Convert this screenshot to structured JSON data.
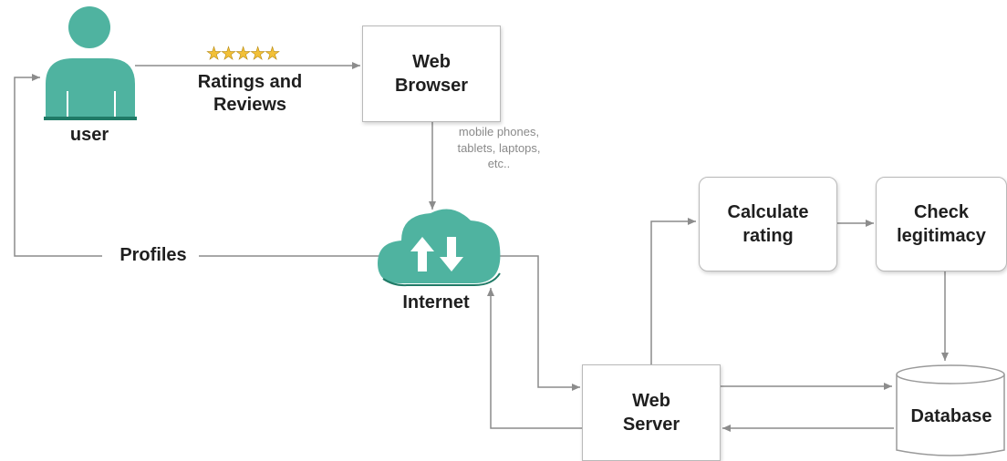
{
  "nodes": {
    "user": {
      "label": "user"
    },
    "ratings": {
      "stars": "★★★★★",
      "line1": "Ratings and",
      "line2": "Reviews"
    },
    "web_browser": {
      "line1": "Web",
      "line2": "Browser"
    },
    "devices_note": {
      "line1": "mobile phones,",
      "line2": "tablets, laptops,",
      "line3": "etc.."
    },
    "internet": {
      "label": "Internet"
    },
    "profiles": {
      "label": "Profiles"
    },
    "calculate_rating": {
      "line1": "Calculate",
      "line2": "rating"
    },
    "check_legitimacy": {
      "line1": "Check",
      "line2": "legitimacy"
    },
    "web_server": {
      "line1": "Web",
      "line2": "Server"
    },
    "database": {
      "label": "Database"
    }
  },
  "colors": {
    "teal": "#4fb3a0",
    "teal_dark": "#1f7a66",
    "line": "#8c8c8c",
    "star": "#f2c037"
  }
}
